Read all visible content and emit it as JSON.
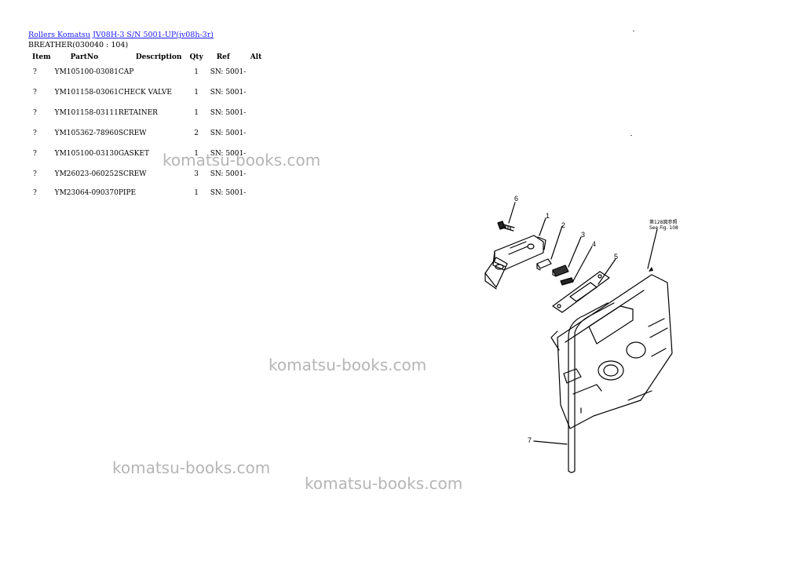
{
  "breadcrumb": {
    "link1": "Rollers Komatsu",
    "link2": "JV08H-3 S/N 5001-UP(jv08h-3r)"
  },
  "subtitle": "BREATHER(030040 : 104)",
  "table": {
    "headers": [
      "Item",
      "PartNo",
      "Description",
      "Qty",
      "Ref",
      "Alt"
    ],
    "rows": [
      {
        "item": "?",
        "part": "YM105100-03081",
        "desc": "CAP",
        "qty": "1",
        "ref": "SN: 5001-"
      },
      {
        "item": "?",
        "part": "YM101158-03061",
        "desc": "CHECK VALVE",
        "qty": "1",
        "ref": "SN: 5001-"
      },
      {
        "item": "?",
        "part": "YM101158-03111",
        "desc": "RETAINER",
        "qty": "1",
        "ref": "SN: 5001-"
      },
      {
        "item": "?",
        "part": "YM105362-78960",
        "desc": "SCREW",
        "qty": "2",
        "ref": "SN: 5001-"
      },
      {
        "item": "?",
        "part": "YM105100-03130",
        "desc": "GASKET",
        "qty": "1",
        "ref": "SN: 5001-"
      },
      {
        "item": "?",
        "part": "YM26023-060252",
        "desc": "SCREW",
        "qty": "3",
        "ref": "SN: 5001-"
      },
      {
        "item": "?",
        "part": "YM23064-090370",
        "desc": "PIPE",
        "qty": "1",
        "ref": "SN: 5001-"
      }
    ]
  },
  "watermarks": [
    "komatsu-books.com",
    "komatsu-books.com",
    "komatsu-books.com",
    "komatsu-books.com"
  ],
  "diagram": {
    "callouts": [
      "6",
      "1",
      "2",
      "3",
      "4",
      "5",
      "7"
    ],
    "note_line1": "第128図参照",
    "note_line2": "See Fig. 108"
  }
}
